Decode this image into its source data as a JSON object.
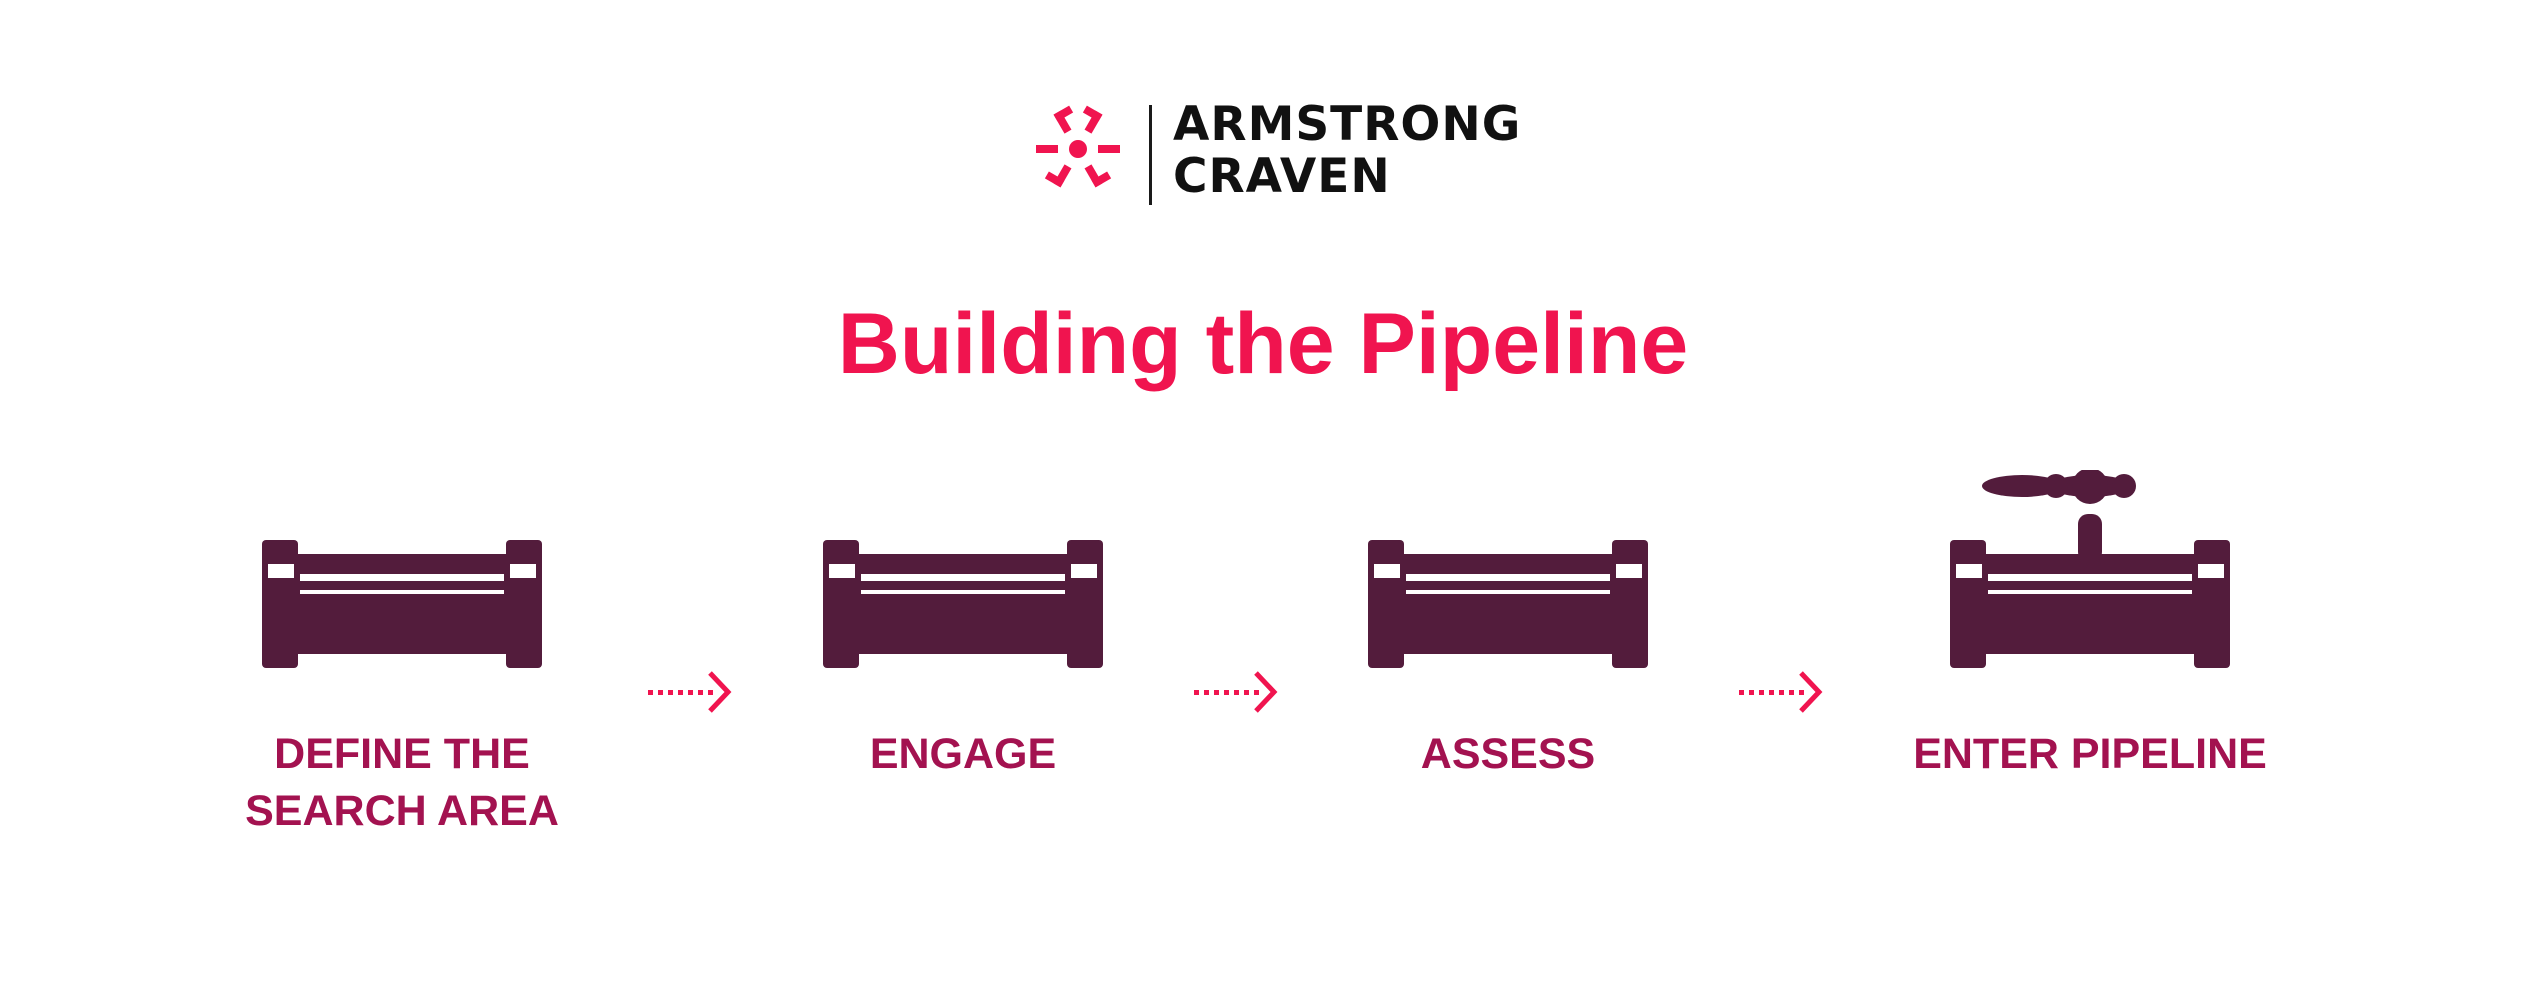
{
  "brand": {
    "line1": "ARMSTRONG",
    "line2": "CRAVEN",
    "accent_color": "#f0144f",
    "text_color": "#111111"
  },
  "title": "Building the Pipeline",
  "colors": {
    "title": "#f0144f",
    "labels": "#a31250",
    "pipe": "#531c3c",
    "arrow": "#f0144f"
  },
  "steps": [
    {
      "label": "DEFINE THE\nSEARCH AREA",
      "icon": "pipe-icon"
    },
    {
      "label": "ENGAGE",
      "icon": "pipe-icon"
    },
    {
      "label": "ASSESS",
      "icon": "pipe-icon"
    },
    {
      "label": "ENTER PIPELINE",
      "icon": "pipe-valve-icon"
    }
  ],
  "connectors": [
    "dotted-arrow-icon",
    "dotted-arrow-icon",
    "dotted-arrow-icon"
  ]
}
